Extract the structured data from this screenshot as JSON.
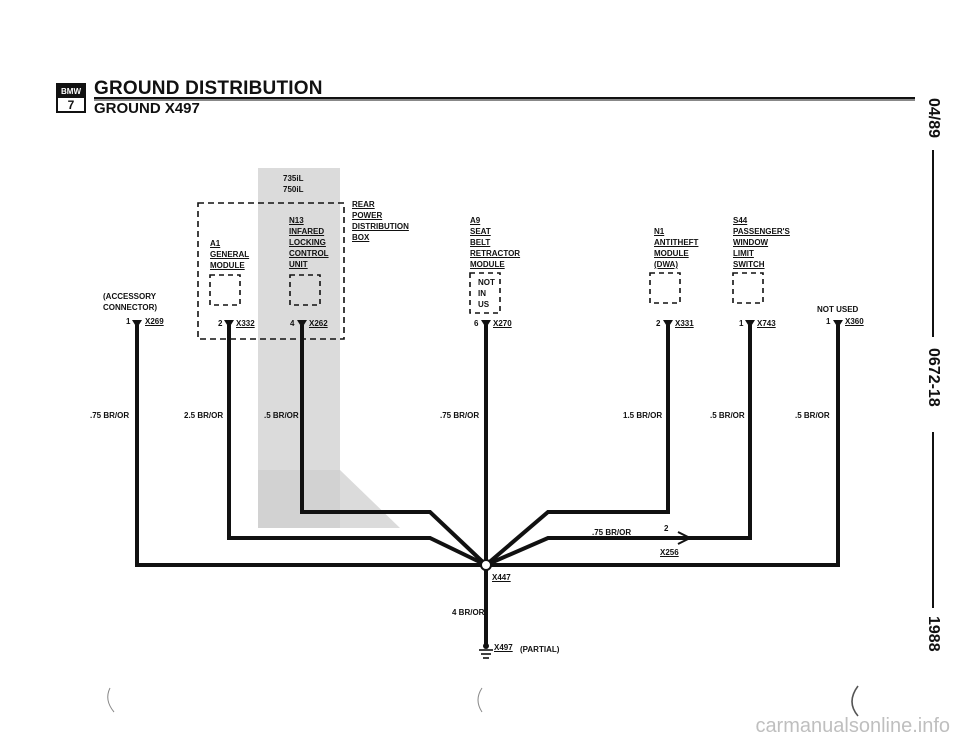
{
  "header": {
    "logo_top": "BMW",
    "logo_bottom": "7",
    "title": "GROUND DISTRIBUTION",
    "subtitle": "GROUND X497"
  },
  "sidebar": {
    "date": "04/89",
    "code": "0672-18",
    "year": "1988"
  },
  "model_note": {
    "line1": "735iL",
    "line2": "750iL"
  },
  "components": {
    "rear_power": {
      "line1": "REAR",
      "line2": "POWER",
      "line3": "DISTRIBUTION",
      "line4": "BOX"
    },
    "a1": {
      "line1": "A1",
      "line2": "GENERAL",
      "line3": "MODULE"
    },
    "n13": {
      "line1": "N13",
      "line2": "INFARED",
      "line3": "LOCKING",
      "line4": "CONTROL",
      "line5": "UNIT"
    },
    "a9": {
      "line1": "A9",
      "line2": "SEAT",
      "line3": "BELT",
      "line4": "RETRACTOR",
      "line5": "MODULE",
      "note1": "NOT",
      "note2": "IN",
      "note3": "US"
    },
    "n1": {
      "line1": "N1",
      "line2": "ANTITHEFT",
      "line3": "MODULE",
      "line4": "(DWA)"
    },
    "s44": {
      "line1": "S44",
      "line2": "PASSENGER'S",
      "line3": "WINDOW",
      "line4": "LIMIT",
      "line5": "SWITCH"
    },
    "accessory": {
      "line1": "(ACCESSORY",
      "line2": "CONNECTOR)"
    },
    "not_used": "NOT USED"
  },
  "connectors": [
    {
      "pin": "1",
      "id": "X269"
    },
    {
      "pin": "2",
      "id": "X332"
    },
    {
      "pin": "4",
      "id": "X262"
    },
    {
      "pin": "6",
      "id": "X270"
    },
    {
      "pin": "2",
      "id": "X331"
    },
    {
      "pin": "1",
      "id": "X743"
    },
    {
      "pin": "1",
      "id": "X360"
    }
  ],
  "wires": {
    "w1": ".75 BR/OR",
    "w2": "2.5 BR/OR",
    "w3": ".5 BR/OR",
    "w4": ".75 BR/OR",
    "w5": "1.5 BR/OR",
    "w6": ".5 BR/OR",
    "w7": ".5 BR/OR",
    "w8": ".75 BR/OR",
    "main": "4 BR/OR"
  },
  "x256": {
    "pin": "2",
    "id": "X256"
  },
  "splice": "X447",
  "ground": {
    "id": "X497",
    "note": "(PARTIAL)"
  },
  "watermark": "carmanualsonline.info"
}
